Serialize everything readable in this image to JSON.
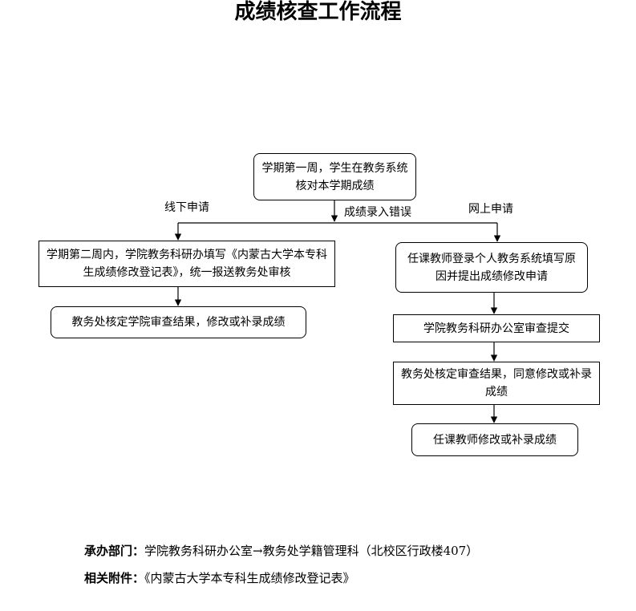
{
  "title": "成绩核查工作流程",
  "flow": {
    "start": "学期第一周，学生在教务系统核对本学期成绩",
    "trigger_label": "成绩录入错误",
    "branch_offline_label": "线下申请",
    "branch_online_label": "网上申请",
    "offline": [
      "学期第二周内，学院教务科研办填写《内蒙古大学本专科生成绩修改登记表》，统一报送教务处审核",
      "教务处核定学院审查结果，修改或补录成绩"
    ],
    "online": [
      "任课教师登录个人教务系统填写原因并提出成绩修改申请",
      "学院教务科研办公室审查提交",
      "教务处核定审查结果，同意修改或补录成绩",
      "任课教师修改或补录成绩"
    ]
  },
  "footer": {
    "dept_key": "承办部门：",
    "dept_value": "学院教务科研办公室→教务处学籍管理科（北校区行政楼407）",
    "attach_key": "相关附件：",
    "attach_value": "《内蒙古大学本专科生成绩修改登记表》"
  }
}
